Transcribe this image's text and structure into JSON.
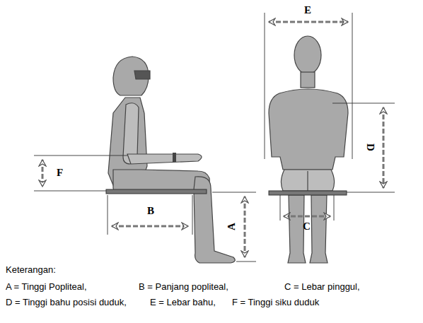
{
  "diagram": {
    "labels": [
      "E",
      "D",
      "F",
      "B",
      "A",
      "C",
      "Keterangan:",
      "A = Tinggi Popliteal,",
      "B = Panjang popliteal,",
      "C = Lebar pinggul,",
      "D = Tinggi bahu posisi duduk,",
      "E = Lebar bahu,",
      "F = Tinggi siku duduk"
    ]
  }
}
